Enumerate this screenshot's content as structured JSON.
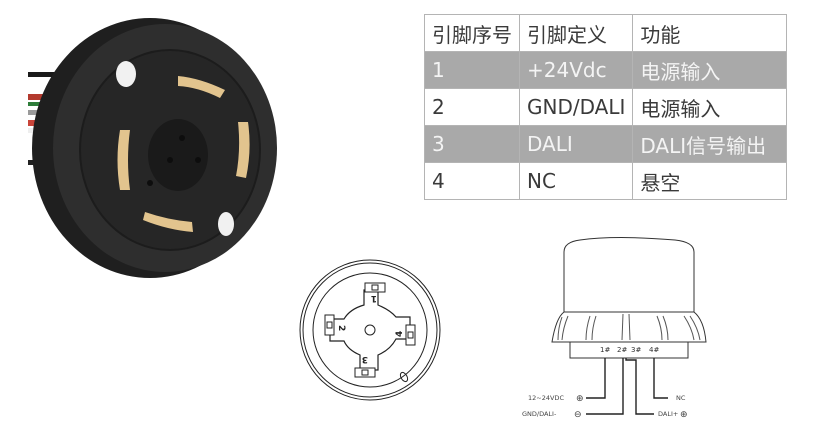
{
  "table": {
    "headers": [
      "引脚序号",
      "引脚定义",
      "功能"
    ],
    "rows": [
      {
        "pin": "1",
        "definition": "+24Vdc",
        "function": "电源输入",
        "shaded": true
      },
      {
        "pin": "2",
        "definition": "GND/DALI",
        "function": "电源输入",
        "shaded": false
      },
      {
        "pin": "3",
        "definition": "DALI",
        "function": "DALI信号输出",
        "shaded": true
      },
      {
        "pin": "4",
        "definition": "NC",
        "function": "悬空",
        "shaded": false
      }
    ],
    "colors": {
      "shade": "#a9a9a9",
      "border": "#b4b4b4",
      "text": "#3a3a3a",
      "shade_text": "#f4f4f4"
    }
  },
  "top_view": {
    "pin_labels": [
      "1",
      "2",
      "3",
      "4"
    ]
  },
  "side_view": {
    "pin_labels": [
      "1#",
      "2#",
      "3#",
      "4#"
    ],
    "wires": {
      "left_top": "12~24VDC",
      "left_bottom": "GND/DALI-",
      "right_top": "NC",
      "right_bottom": "DALI+"
    },
    "symbols": {
      "plus": "⊕",
      "minus": "⊖"
    }
  },
  "photo": {
    "body_color": "#2b2b2b",
    "contact_color": "#e2c48e",
    "wire_colors": [
      "#1a1a1a",
      "#b33a2e",
      "#2e7d3a",
      "#9a9a9a",
      "#c9453a",
      "#ffffff",
      "#222222"
    ]
  }
}
